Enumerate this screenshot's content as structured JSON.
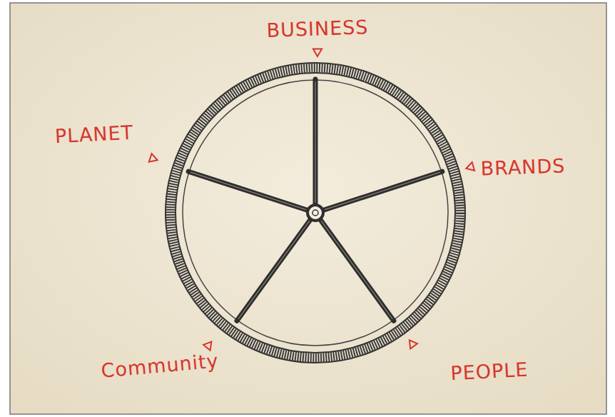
{
  "diagram": {
    "labels": [
      "BUSINESS",
      "PLANET",
      "BRANDS",
      "Community",
      "PEOPLE"
    ]
  }
}
